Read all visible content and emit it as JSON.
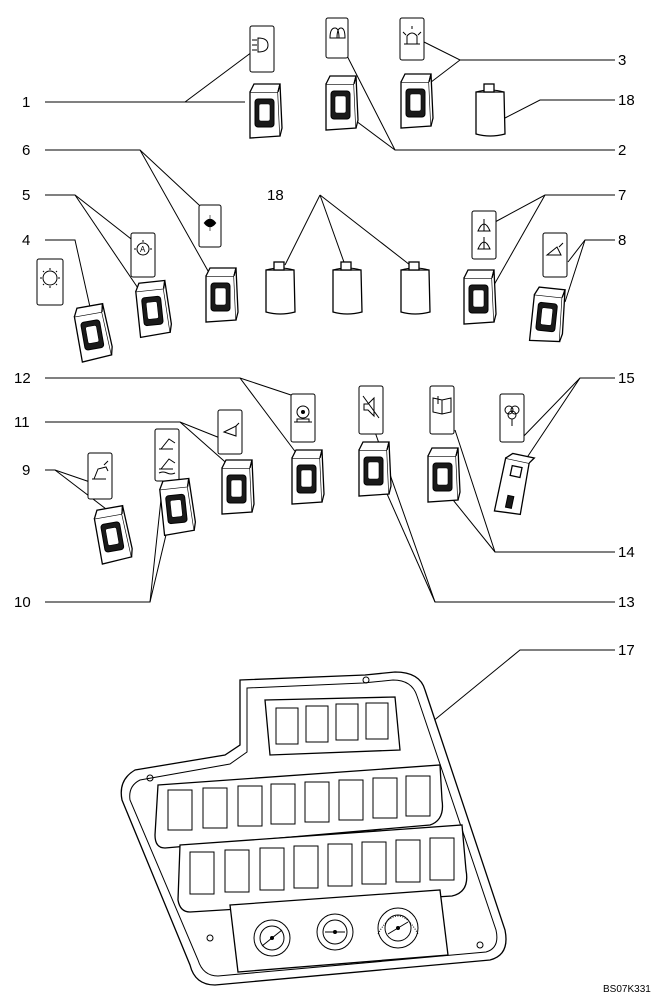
{
  "callouts": {
    "c1": "1",
    "c2": "2",
    "c3": "3",
    "c4": "4",
    "c5": "5",
    "c6": "6",
    "c7": "7",
    "c8": "8",
    "c9": "9",
    "c10": "10",
    "c11": "11",
    "c12": "12",
    "c13": "13",
    "c14": "14",
    "c15": "15",
    "c17": "17",
    "c18_top": "18",
    "c18_mid": "18"
  },
  "reference_code": "BS07K331",
  "icons": {
    "tag_1": "work-light-icon",
    "tag_2": "hazard-light-icon",
    "tag_3": "beacon-icon",
    "tag_4": "sun-icon",
    "tag_5": "auto-sun-icon",
    "tag_6": "fan-icon",
    "tag_7": "wiper-icon",
    "tag_8": "bucket-icon",
    "tag_9": "loader-icon",
    "tag_10": "loader-float-icon",
    "tag_11": "lift-icon",
    "tag_12": "seat-icon",
    "tag_13": "horn-mute-icon",
    "tag_14": "book-icon",
    "tag_15": "flower-icon"
  }
}
